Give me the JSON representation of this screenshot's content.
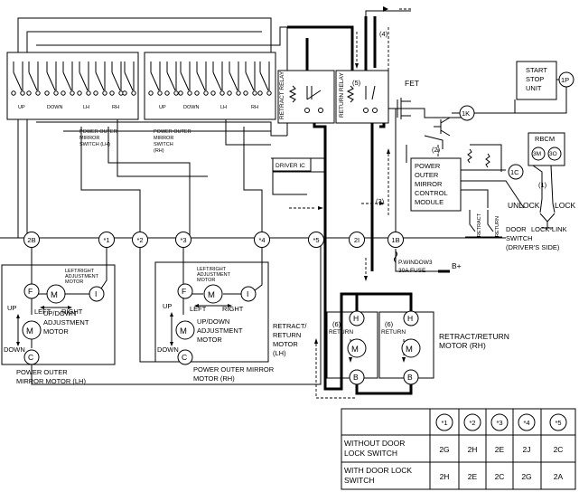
{
  "relays": {
    "retract": "RETRACT RELAY",
    "return": "RETURN RELAY",
    "fet": "FET",
    "driver_ic": "DRIVER IC"
  },
  "start_stop_unit": {
    "label": [
      "START",
      "STOP",
      "UNIT"
    ],
    "terminal": "1P"
  },
  "control_module": {
    "label": [
      "POWER",
      "OUTER",
      "MIRROR",
      "CONTROL",
      "MODULE"
    ]
  },
  "rbcm": {
    "label": "RBCM",
    "terminals": [
      "3M",
      "3O"
    ]
  },
  "door_lock": {
    "unlock": "UNLOCK",
    "lock": "LOCK",
    "switch_label": [
      "DOOR",
      "LOCK-LINK",
      "SWITCH",
      "(DRIVER'S SIDE)"
    ],
    "marker": "(1)"
  },
  "switches": {
    "lh": {
      "contacts": [
        "UP",
        "DOWN",
        "LH",
        "RH"
      ],
      "label": [
        "POWER OUTER",
        "MIRROR",
        "SWITCH (LH)"
      ]
    },
    "rh": {
      "contacts": [
        "UP",
        "DOWN",
        "LH",
        "RH"
      ],
      "label": [
        "POWER OUTER",
        "MIRROR",
        "SWITCH",
        "(RH)"
      ]
    }
  },
  "bus_terminals": [
    "2B",
    "*1",
    "*2",
    "*3",
    "*4",
    "*5",
    "2I",
    "1B"
  ],
  "module_terminals": [
    "1K",
    "1C"
  ],
  "fuse": {
    "label": [
      "P.WINDOW3",
      "30A FUSE"
    ],
    "battery": "B+"
  },
  "markers": {
    "m2": "(2)",
    "m3": "(3)",
    "m4": "(4)",
    "m5": "(5)",
    "m6": "(6)"
  },
  "mirror_motors": {
    "lh": {
      "terminals": [
        "F",
        "I",
        "C"
      ],
      "lr_label": [
        "LEFT/RIGHT",
        "ADJUSTMENT",
        "MOTOR"
      ],
      "ud_label": [
        "UP/DOWN",
        "ADJUSTMENT",
        "MOTOR"
      ],
      "dirs": [
        "LEFT",
        "RIGHT",
        "UP",
        "DOWN"
      ],
      "label": [
        "POWER OUTER",
        "MIRROR MOTOR (LH)"
      ]
    },
    "rh": {
      "terminals": [
        "F",
        "I",
        "C"
      ],
      "lr_label": [
        "LEFT/RIGHT",
        "ADJUSTMENT",
        "MOTOR"
      ],
      "ud_label": [
        "UP/DOWN",
        "ADJUSTMENT",
        "MOTOR"
      ],
      "dirs": [
        "LEFT",
        "RIGHT",
        "UP",
        "DOWN"
      ],
      "label": [
        "POWER OUTER MIRROR",
        "MOTOR (RH)"
      ]
    }
  },
  "retract_motors": {
    "lh_label": [
      "RETRACT/",
      "RETURN",
      "MOTOR",
      "(LH)"
    ],
    "rh_label": [
      "RETRACT/RETURN",
      "MOTOR (RH)"
    ],
    "terminals": [
      "H",
      "B"
    ],
    "return_label": "RETURN"
  },
  "motor_symbol": "M",
  "module_switches": {
    "retract": "RETRACT",
    "return": "RETURN"
  },
  "table": {
    "headers": [
      "*1",
      "*2",
      "*3",
      "*4",
      "*5"
    ],
    "rows": [
      {
        "label": "WITHOUT DOOR LOCK SWITCH",
        "label_lines": [
          "WITHOUT DOOR",
          "LOCK SWITCH"
        ],
        "values": [
          "2G",
          "2H",
          "2E",
          "2J",
          "2C"
        ]
      },
      {
        "label": "WITH DOOR LOCK SWITCH",
        "label_lines": [
          "WITH DOOR LOCK",
          "SWITCH"
        ],
        "values": [
          "2H",
          "2E",
          "2C",
          "2G",
          "2A"
        ]
      }
    ]
  }
}
